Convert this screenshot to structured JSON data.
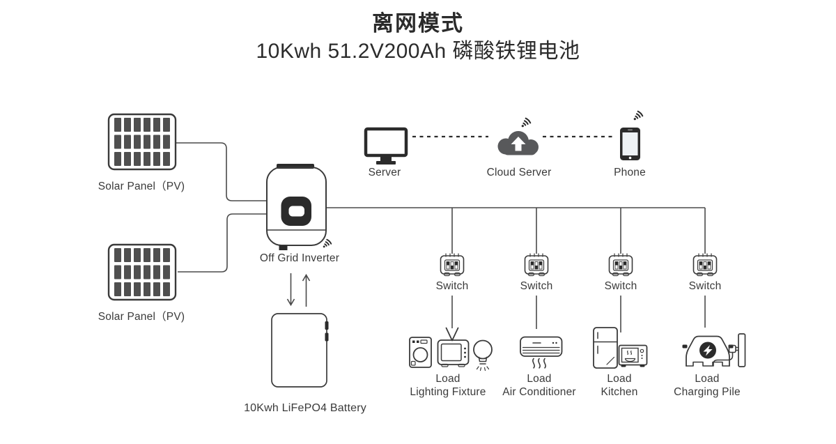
{
  "title": {
    "line1": "离网模式",
    "line2": "10Kwh 51.2V200Ah 磷酸铁锂电池"
  },
  "colors": {
    "background": "#ffffff",
    "wire_line": "#4a4a4a",
    "icon_stroke": "#3a3a3a",
    "dark_fill": "#2b2b2b",
    "cloud_fill": "#58595b",
    "solar_cell_fill": "#4f4f4f",
    "text": "#3a3a3a"
  },
  "pv": {
    "panel_top": {
      "label": "Solar Panel（PV)",
      "icon": "solar-panel-icon"
    },
    "panel_bottom": {
      "label": "Solar Panel（PV)",
      "icon": "solar-panel-icon"
    }
  },
  "center": {
    "inverter": {
      "label": "Off Grid Inverter",
      "icon": "inverter-icon",
      "wifi": "wifi-icon"
    },
    "battery": {
      "label": "10Kwh LiFePO4 Battery",
      "icon": "battery-icon"
    }
  },
  "monitoring": {
    "server": {
      "label": "Server",
      "icon": "monitor-icon"
    },
    "cloud_server": {
      "label": "Cloud Server",
      "icon": "cloud-upload-icon",
      "wifi": "wifi-icon"
    },
    "phone": {
      "label": "Phone",
      "icon": "smartphone-icon",
      "wifi": "wifi-icon"
    }
  },
  "switches": [
    {
      "label": "Switch",
      "icon": "switch-icon"
    },
    {
      "label": "Switch",
      "icon": "switch-icon"
    },
    {
      "label": "Switch",
      "icon": "switch-icon"
    },
    {
      "label": "Switch",
      "icon": "switch-icon"
    }
  ],
  "loads": [
    {
      "title": "Load",
      "subtitle": "Lighting Fixture",
      "icons": [
        "washing-machine-icon",
        "tv-icon",
        "light-bulb-icon"
      ]
    },
    {
      "title": "Load",
      "subtitle": "Air Conditioner",
      "icons": [
        "air-conditioner-icon"
      ]
    },
    {
      "title": "Load",
      "subtitle": "Kitchen",
      "icons": [
        "refrigerator-icon",
        "microwave-icon"
      ]
    },
    {
      "title": "Load",
      "subtitle": "Charging Pile",
      "icons": [
        "ev-car-icon",
        "charging-pile-icon"
      ]
    }
  ]
}
